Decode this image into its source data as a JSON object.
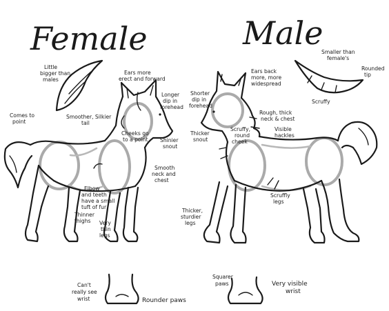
{
  "titles": {
    "female": "Female",
    "male": "Male"
  },
  "female_notes": {
    "tail_bigger": [
      "Little",
      "bigger than",
      "males"
    ],
    "comes_to_point": [
      "Comes to",
      "point"
    ],
    "smoother_tail": [
      "Smoother, Silkier",
      "tail"
    ],
    "ears": [
      "Ears more",
      "erect and forward"
    ],
    "longer_dip": [
      "Longer",
      "dip in",
      "forehead"
    ],
    "cheeks": [
      "Cheeks go",
      "to a point"
    ],
    "shinier": [
      "Shinier",
      "snout"
    ],
    "smooth_neck": [
      "Smooth",
      "neck and",
      "chest"
    ],
    "elbow": [
      "Elbow",
      "and teeth",
      "have a small",
      "tuft of fur"
    ],
    "thinner_thighs": [
      "Thinner",
      "thighs"
    ],
    "thin_legs": [
      "Very",
      "thin",
      "legs"
    ],
    "wrist": [
      "Can't",
      "really see",
      "wrist"
    ],
    "paws": [
      "Rounder paws"
    ]
  },
  "male_notes": {
    "smaller": [
      "Smaller than",
      "female's"
    ],
    "rounded_tip": [
      "Rounded",
      "tip"
    ],
    "scruffy_tail": [
      "Scruffy"
    ],
    "ears_back": [
      "Ears back",
      "more, more",
      "widespread"
    ],
    "shorter_dip": [
      "Shorter",
      "dip in",
      "forehead"
    ],
    "rough_neck": [
      "Rough, thick",
      "neck & chest"
    ],
    "thicker_snout": [
      "Thicker",
      "snout"
    ],
    "scruffy_cheek": [
      "Scruffy,",
      "round",
      "cheek"
    ],
    "hackles": [
      "Visible",
      "hackles"
    ],
    "scruffy_legs": [
      "Scruffly",
      "legs"
    ],
    "sturdier_legs": [
      "Thicker,",
      "sturdier",
      "legs"
    ],
    "square_paws": [
      "Squarer",
      "paws"
    ],
    "visible_wrist": [
      "Very visible",
      "wrist"
    ]
  }
}
